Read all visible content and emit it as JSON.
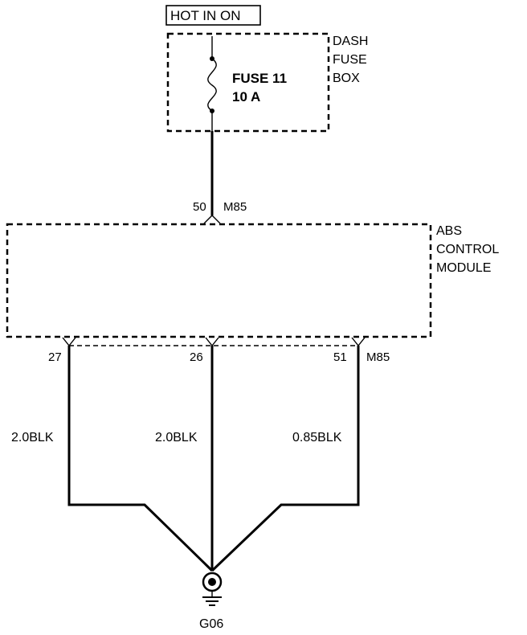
{
  "power_source": {
    "label": "HOT IN ON"
  },
  "fuse_box": {
    "title_lines": [
      "DASH",
      "FUSE",
      "BOX"
    ],
    "fuse_name": "FUSE 11",
    "fuse_rating": "10 A"
  },
  "abs_module": {
    "title_lines": [
      "ABS",
      "CONTROL",
      "MODULE"
    ],
    "input_pin": "50",
    "input_connector": "M85",
    "output_connector": "M85",
    "outputs": [
      {
        "pin": "27",
        "wire": "2.0BLK"
      },
      {
        "pin": "26",
        "wire": "2.0BLK"
      },
      {
        "pin": "51",
        "wire": "0.85BLK"
      }
    ]
  },
  "ground": {
    "label": "G06"
  }
}
